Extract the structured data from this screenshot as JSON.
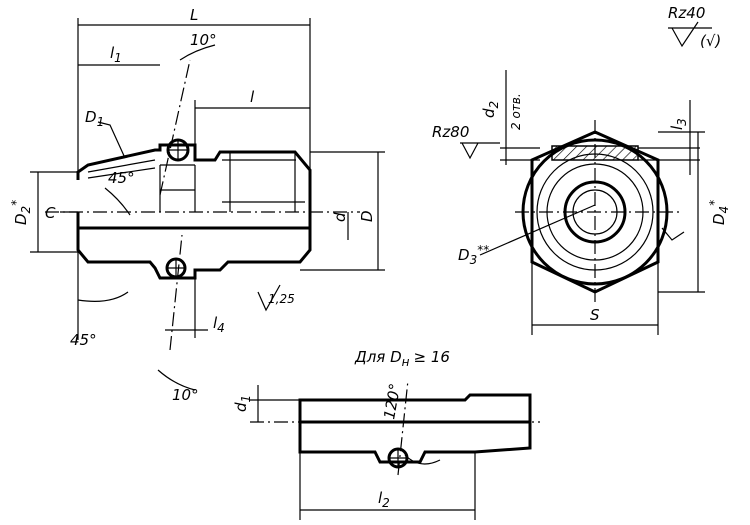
{
  "labels": {
    "L": "L",
    "l1": "l",
    "l1_sub": "1",
    "angle10_top": "10°",
    "l": "l",
    "D1": "D",
    "D1_sub": "1",
    "angle45_in": "45°",
    "D2": "D",
    "D2_sub": "2",
    "D2_star": "*",
    "C": "C",
    "d": "d",
    "D": "D",
    "angle45_out": "45°",
    "roughness_125": "1,25",
    "l4": "l",
    "l4_sub": "4",
    "angle10_bottom": "10°",
    "rz40": "Rz40",
    "rz40_extra": "(√)",
    "d2": "d",
    "d2_sub": "2",
    "two_holes": "2 отв.",
    "rz80": "Rz80",
    "l3": "l",
    "l3_sub": "3",
    "D3": "D",
    "D3_sub": "3",
    "D3_star": "**",
    "D4": "D",
    "D4_sub": "4",
    "D4_star": "*",
    "S": "S",
    "note_prefix": "Для D",
    "note_sub": "н",
    "note_suffix": "≥ 16",
    "d1": "d",
    "d1_sub": "1",
    "angle120": "120°",
    "l2": "l",
    "l2_sub": "2"
  }
}
